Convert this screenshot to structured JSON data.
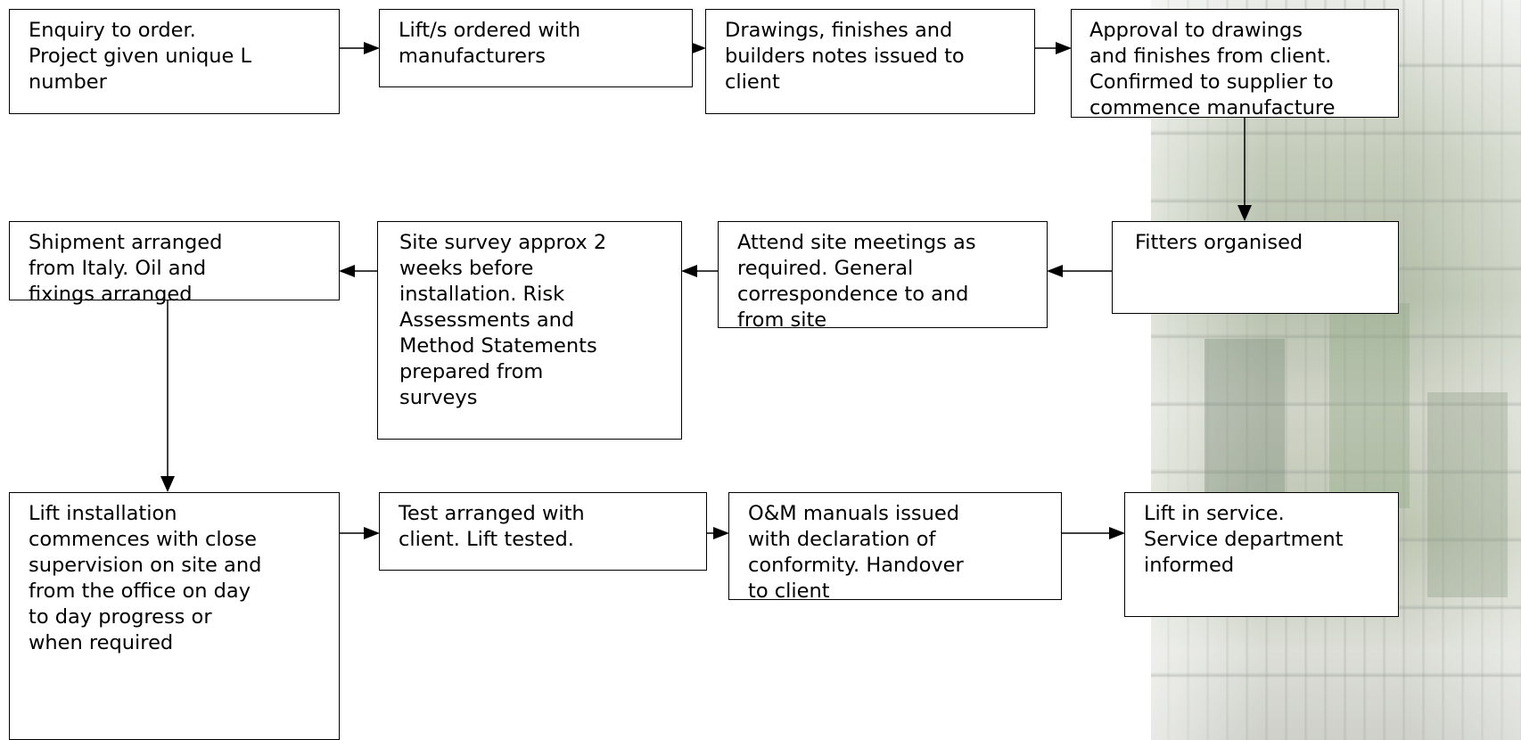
{
  "steps": [
    {
      "id": "enquiry",
      "text": "Enquiry to order.\nProject given unique L\nnumber"
    },
    {
      "id": "ordered",
      "text": "Lift/s ordered with\nmanufacturers"
    },
    {
      "id": "drawings",
      "text": "Drawings, finishes and\nbuilders notes issued to\nclient"
    },
    {
      "id": "approval",
      "text": "Approval to drawings\nand finishes from client.\nConfirmed to supplier to\ncommence manufacture"
    },
    {
      "id": "fitters",
      "text": "Fitters organised"
    },
    {
      "id": "meetings",
      "text": "Attend site meetings as\nrequired.  General\ncorrespondence to and\nfrom site"
    },
    {
      "id": "survey",
      "text": "Site survey approx 2\nweeks before\ninstallation.  Risk\nAssessments and\nMethod Statements\nprepared from\nsurveys"
    },
    {
      "id": "shipment",
      "text": "Shipment arranged\nfrom Italy.  Oil and\nfixings arranged"
    },
    {
      "id": "installation",
      "text": "Lift installation\ncommences with close\nsupervision on site and\nfrom the office on day\nto day progress or\nwhen required"
    },
    {
      "id": "test",
      "text": "Test arranged with\nclient.  Lift tested."
    },
    {
      "id": "manuals",
      "text": "O&M manuals issued\nwith declaration of\nconformity.  Handover\nto client"
    },
    {
      "id": "service",
      "text": "Lift in service.\nService department\ninformed"
    }
  ]
}
